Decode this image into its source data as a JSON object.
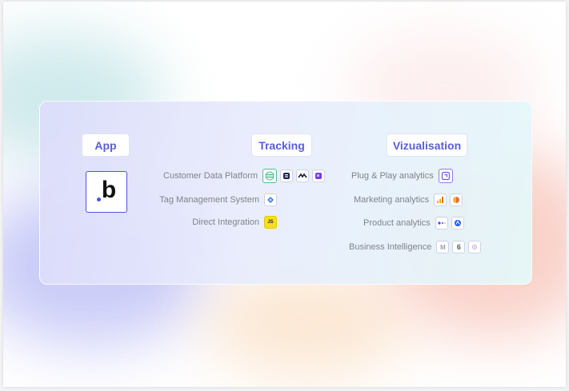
{
  "headers": {
    "app": "App",
    "tracking": "Tracking",
    "vizualisation": "Vizualisation"
  },
  "app": {
    "logo_text": "b"
  },
  "tracking": {
    "rows": [
      {
        "label": "Customer Data Platform",
        "icons": [
          "segment-icon",
          "rudderstack-icon",
          "mparticle-icon",
          "purple-square-icon"
        ]
      },
      {
        "label": "Tag Management System",
        "icons": [
          "tag-manager-icon"
        ]
      },
      {
        "label": "Direct Integration",
        "icons": [
          "javascript-icon"
        ]
      }
    ]
  },
  "vizualisation": {
    "rows": [
      {
        "label": "Plug & Play analytics",
        "icons": [
          "purple-app-icon"
        ]
      },
      {
        "label": "Marketing analytics",
        "icons": [
          "google-analytics-icon",
          "piano-icon"
        ]
      },
      {
        "label": "Product analytics",
        "icons": [
          "mixpanel-icon",
          "amplitude-icon"
        ]
      },
      {
        "label": "Business Intelligence",
        "icons": [
          "metabase-icon",
          "six-icon",
          "looker-icon"
        ]
      }
    ]
  },
  "colors": {
    "accent": "#5a5ed6",
    "label": "#80828a",
    "logo_border": "#4f55d9"
  },
  "icon_glyphs": {
    "js": "JS",
    "six": "6",
    "m": "M"
  }
}
